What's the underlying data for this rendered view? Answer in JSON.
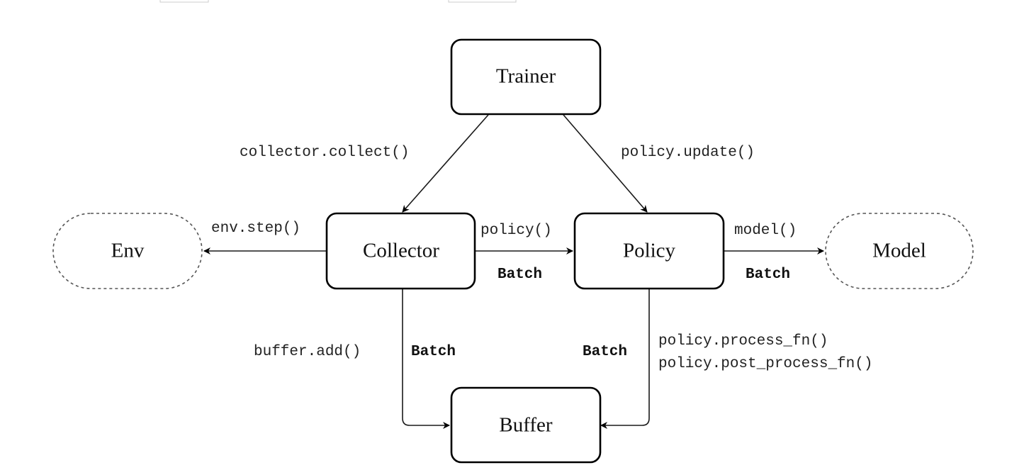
{
  "nodes": {
    "trainer": "Trainer",
    "collector": "Collector",
    "policy": "Policy",
    "buffer": "Buffer",
    "env": "Env",
    "model": "Model"
  },
  "edges": {
    "collect": "collector.collect()",
    "update": "policy.update()",
    "env_step": "env.step()",
    "policy_call": "policy()",
    "model_call": "model()",
    "buffer_add": "buffer.add()",
    "process_fn": "policy.process_fn()",
    "post_process_fn": "policy.post_process_fn()",
    "batch_collector_policy": "Batch",
    "batch_policy_model": "Batch",
    "batch_collector_buffer": "Batch",
    "batch_buffer_policy": "Batch"
  }
}
